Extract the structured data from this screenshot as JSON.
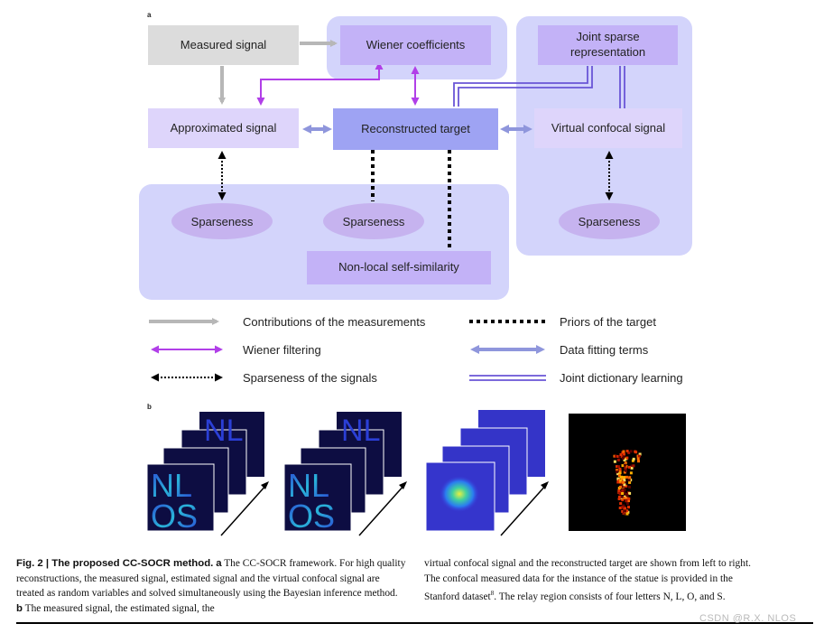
{
  "panel_a": {
    "label": "a",
    "nodes": {
      "measured_signal": "Measured signal",
      "wiener_coefficients": "Wiener coefficients",
      "joint_sparse_representation": "Joint sparse representation",
      "approximated_signal": "Approximated signal",
      "reconstructed_target": "Reconstructed target",
      "virtual_confocal_signal": "Virtual confocal signal",
      "sparseness_1": "Sparseness",
      "sparseness_2": "Sparseness",
      "sparseness_3": "Sparseness",
      "non_local_self_similarity": "Non-local self-similarity"
    },
    "legend": [
      {
        "label": "Contributions of the measurements",
        "style": "gray-arrow"
      },
      {
        "label": "Priors of the target",
        "style": "dotted-thick"
      },
      {
        "label": "Wiener filtering",
        "style": "magenta-double-arrow"
      },
      {
        "label": "Data fitting terms",
        "style": "lavender-double-arrow"
      },
      {
        "label": "Sparseness of the signals",
        "style": "dotted-double-arrow"
      },
      {
        "label": "Joint dictionary learning",
        "style": "double-line"
      }
    ],
    "colors": {
      "region": "#d3d4fb",
      "box_gray": "#dcdcdc",
      "box_light_purple": "#ded5fb",
      "box_purple": "#c3b2f7",
      "box_blue": "#9ea3f3",
      "ellipse": "#c6b3ef",
      "gray_arrow": "#b7b7b7",
      "magenta": "#b13fe8",
      "lavender": "#8f96dc",
      "double_line": "#6a55d6"
    }
  },
  "panel_b": {
    "label": "b",
    "stack_letters": [
      "N",
      "L",
      "O",
      "S"
    ]
  },
  "caption": {
    "fig_label": "Fig. 2 | The proposed CC-SOCR method.",
    "left_part1": " The CC-SOCR framework. For high quality reconstructions, the measured signal, estimated signal and the virtual confocal signal are treated as random variables and solved simultaneously using the Bayesian inference method. ",
    "left_b": "b",
    "left_part2": " The measured signal, the estimated signal, the",
    "a_label": "a",
    "right_line1": "virtual confocal signal and the reconstructed target are shown from left to right.",
    "right_line2": "The confocal measured data for the instance of the statue is provided in the",
    "right_line3_pre": "Stanford dataset",
    "right_line3_sup": "8",
    "right_line3_post": ". The relay region consists of four letters N, L, O, and S."
  },
  "watermark": "CSDN @R.X. NLOS"
}
